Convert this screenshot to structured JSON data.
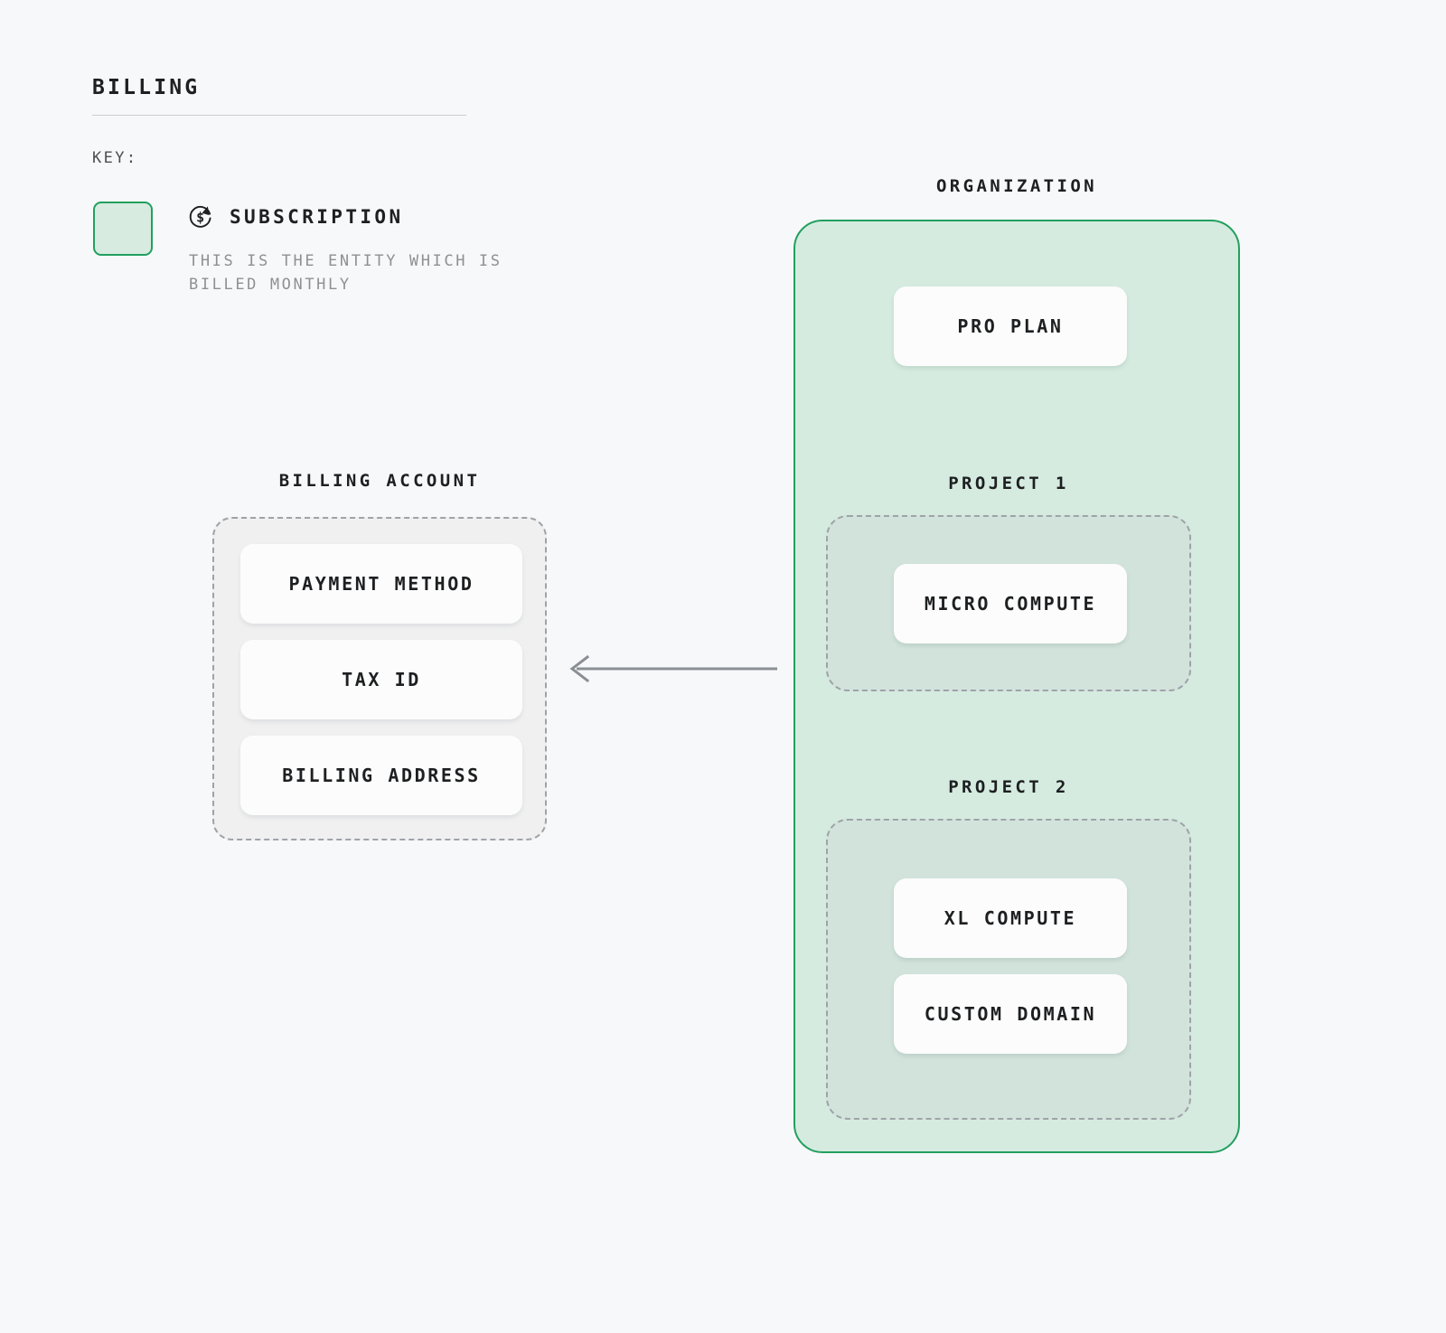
{
  "page": {
    "title": "BILLING",
    "background_color": "#F7F8FA"
  },
  "key": {
    "label": "KEY:",
    "swatch": {
      "fill_color": "#D5EBE0",
      "border_color": "#22A05E"
    },
    "icon_name": "recurring-dollar-icon",
    "entity_name": "SUBSCRIPTION",
    "description": "THIS IS THE ENTITY WHICH IS BILLED MONTHLY"
  },
  "billing_account": {
    "caption": "BILLING ACCOUNT",
    "cards": [
      {
        "label": "PAYMENT METHOD"
      },
      {
        "label": "TAX ID"
      },
      {
        "label": "BILLING ADDRESS"
      }
    ]
  },
  "connector": {
    "direction": "left",
    "color": "#8A8F94"
  },
  "organization": {
    "caption": "ORGANIZATION",
    "plan": {
      "label": "PRO PLAN"
    },
    "projects": [
      {
        "caption": "PROJECT 1",
        "resources": [
          {
            "label": "MICRO COMPUTE"
          }
        ]
      },
      {
        "caption": "PROJECT 2",
        "resources": [
          {
            "label": "XL COMPUTE"
          },
          {
            "label": "CUSTOM DOMAIN"
          }
        ]
      }
    ]
  }
}
